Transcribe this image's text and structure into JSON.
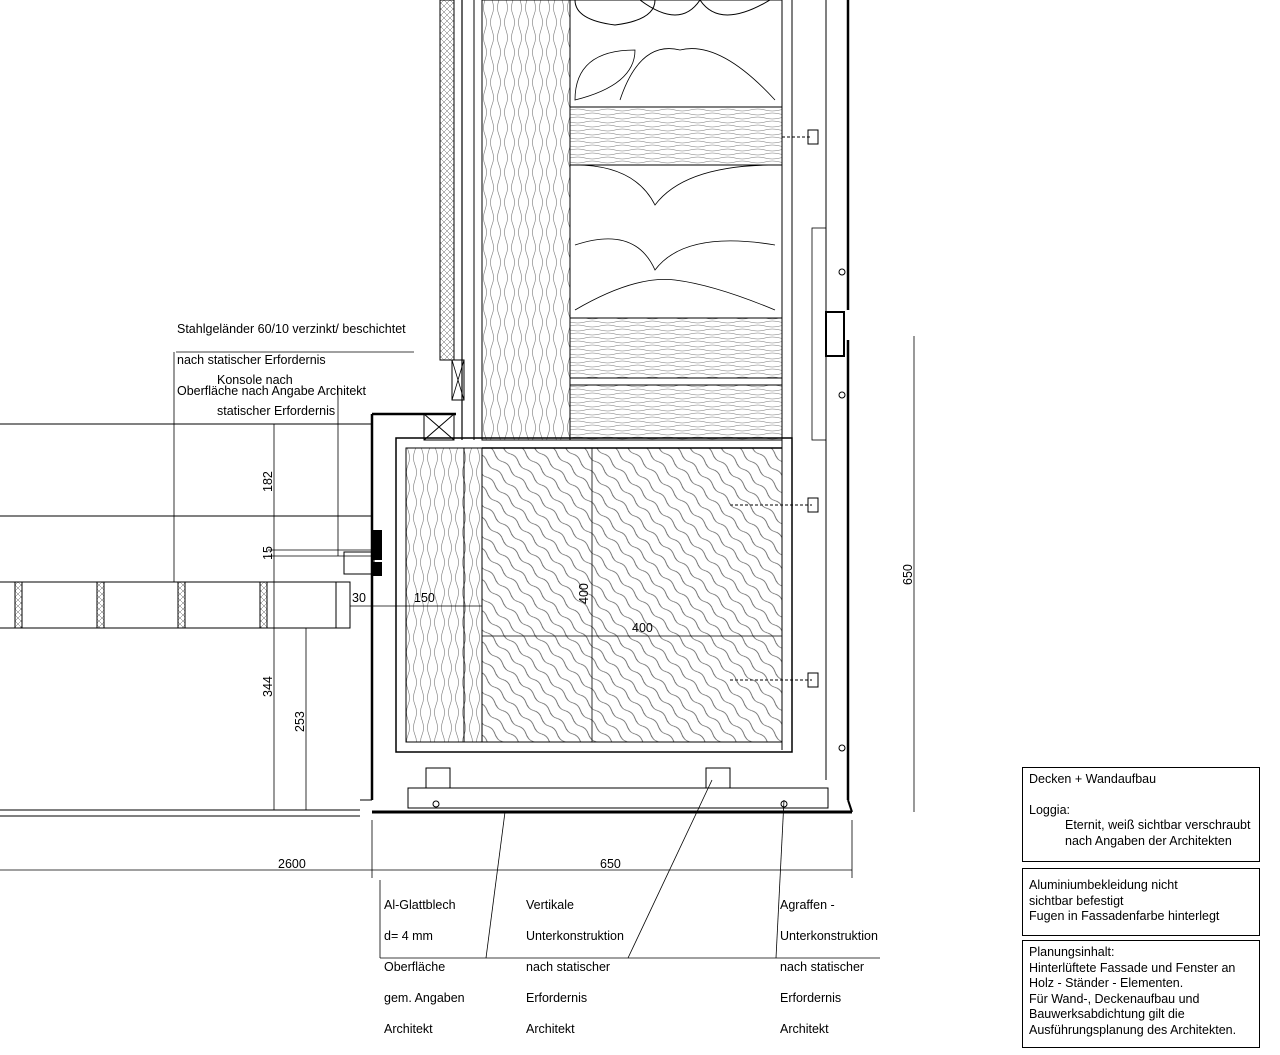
{
  "labels": {
    "railing": [
      "Stahlgeländer 60/10 verzinkt/ beschichtet",
      "nach statischer Erfordernis",
      "Oberfläche nach Angabe Architekt"
    ],
    "console": [
      "Konsole nach",
      "statischer Erfordernis"
    ],
    "al_sheet": [
      "Al-Glattblech",
      "d= 4 mm",
      "Oberfläche",
      "gem. Angaben",
      "Architekt"
    ],
    "vertical_substructure": [
      "Vertikale",
      "Unterkonstruktion",
      "nach statischer",
      "Erfordernis",
      "Architekt"
    ],
    "clip_substructure": [
      "Agraffen -",
      "Unterkonstruktion",
      "nach statischer",
      "Erfordernis",
      "Architekt"
    ]
  },
  "dimensions": {
    "d182": "182",
    "d15": "15",
    "d344": "344",
    "d253": "253",
    "d30": "30",
    "d150": "150",
    "d400_v": "400",
    "d400_h": "400",
    "d650_v": "650",
    "d2600": "2600",
    "d650_h": "650"
  },
  "info_boxes": {
    "box1": {
      "title": "Decken + Wandaufbau",
      "subtitle": "Loggia:",
      "lines": [
        "Eternit, weiß sichtbar verschraubt",
        "nach Angaben der Architekten"
      ]
    },
    "box2": {
      "lines": [
        "Aluminiumbekleidung nicht",
        "sichtbar befestigt",
        "Fugen in Fassadenfarbe hinterlegt"
      ]
    },
    "box3": {
      "lines": [
        "Planungsinhalt:",
        "Hinterlüftete Fassade und Fenster an",
        "Holz - Ständer - Elementen.",
        "Für Wand-, Deckenaufbau und",
        "Bauwerksabdichtung gilt die",
        "Ausführungsplanung des Architekten."
      ]
    }
  }
}
